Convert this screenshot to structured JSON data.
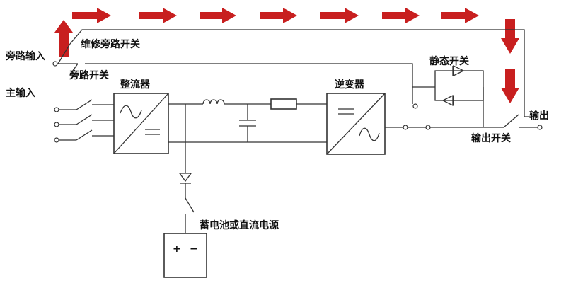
{
  "labels": {
    "bypass_input": "旁路输入",
    "maintenance_bypass_switch": "维修旁路开关",
    "bypass_switch": "旁路开关",
    "main_input": "主输入",
    "rectifier": "整流器",
    "inverter": "逆变器",
    "static_switch": "静态开关",
    "output_switch": "输出开关",
    "output": "输出",
    "battery_source": "蓄电池或直流电源",
    "battery_plus": "+",
    "battery_minus": "−"
  },
  "colors": {
    "power_flow_arrows": "#c81f1f",
    "wiring": "#333333"
  },
  "icons": {
    "rectifier_symbols": [
      "ac-sine-icon",
      "dc-bars-icon"
    ],
    "inverter_symbols": [
      "dc-bars-icon",
      "ac-sine-icon"
    ],
    "inductor": "inductor-coil-icon",
    "capacitor": "capacitor-icon",
    "resistor": "resistor-icon",
    "diode": "diode-icon",
    "static_switch_diodes": "antiparallel-diode-icon"
  },
  "power_flow": {
    "path": "maintenance-bypass",
    "arrow_count": 10
  }
}
